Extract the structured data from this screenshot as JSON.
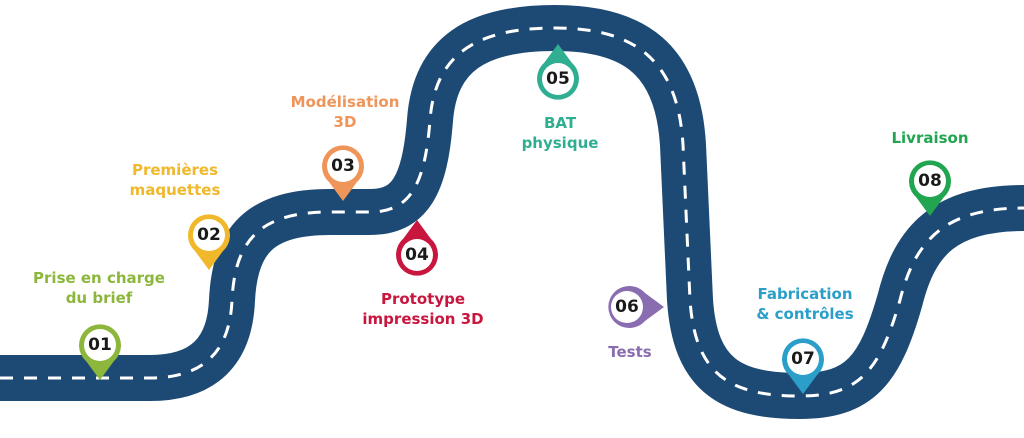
{
  "colors": {
    "road": "#1d4a74",
    "lane": "#ffffff",
    "step1": "#8cb63c",
    "step2": "#f0b82a",
    "step3": "#f0955a",
    "step4": "#c8163e",
    "step5": "#2fae92",
    "step6": "#8a6db0",
    "step7": "#2b9fc9",
    "step8": "#21a550"
  },
  "steps": [
    {
      "number": "01",
      "line1": "Prise en charge",
      "line2": "du brief",
      "pin_icon": "location-pin-icon"
    },
    {
      "number": "02",
      "line1": "Premières",
      "line2": "maquettes",
      "pin_icon": "location-pin-icon"
    },
    {
      "number": "03",
      "line1": "Modélisation",
      "line2": "3D",
      "pin_icon": "location-pin-icon"
    },
    {
      "number": "04",
      "line1": "Prototype",
      "line2": "impression 3D",
      "pin_icon": "location-pin-icon"
    },
    {
      "number": "05",
      "line1": "BAT",
      "line2": "physique",
      "pin_icon": "location-pin-icon"
    },
    {
      "number": "06",
      "line1": "Tests",
      "line2": "",
      "pin_icon": "location-pin-icon"
    },
    {
      "number": "07",
      "line1": "Fabrication",
      "line2": "& contrôles",
      "pin_icon": "location-pin-icon"
    },
    {
      "number": "08",
      "line1": "Livraison",
      "line2": "",
      "pin_icon": "location-pin-icon"
    }
  ]
}
